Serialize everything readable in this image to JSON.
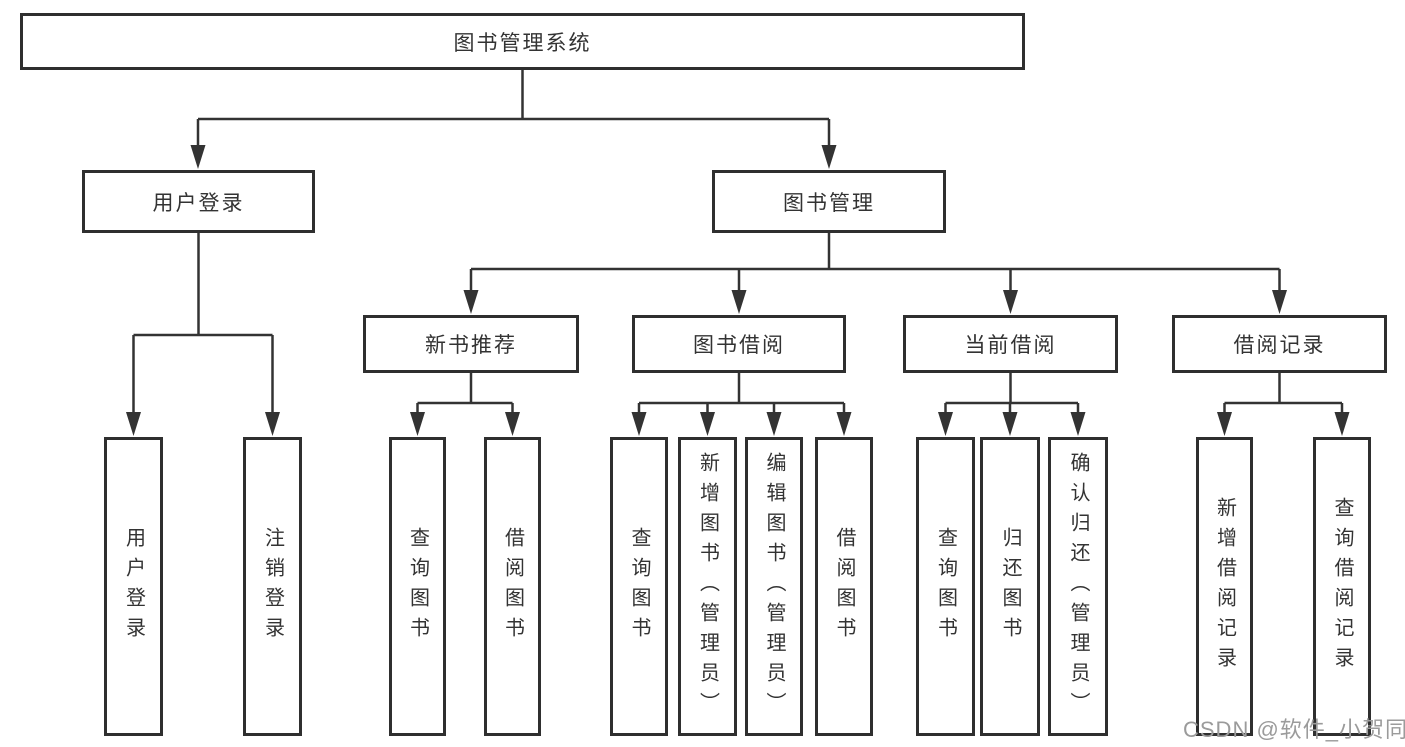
{
  "tree": {
    "root": {
      "label": "图书管理系统"
    },
    "branches": [
      {
        "label": "用户登录",
        "children": [
          {
            "label": "用户登录"
          },
          {
            "label": "注销登录"
          }
        ]
      },
      {
        "label": "图书管理",
        "children": [
          {
            "label": "新书推荐",
            "children": [
              {
                "label": "查询图书"
              },
              {
                "label": "借阅图书"
              }
            ]
          },
          {
            "label": "图书借阅",
            "children": [
              {
                "label": "查询图书"
              },
              {
                "label": "新增图书（管理员）"
              },
              {
                "label": "编辑图书（管理员）"
              },
              {
                "label": "借阅图书"
              }
            ]
          },
          {
            "label": "当前借阅",
            "children": [
              {
                "label": "查询图书"
              },
              {
                "label": "归还图书"
              },
              {
                "label": "确认归还（管理员）"
              }
            ]
          },
          {
            "label": "借阅记录",
            "children": [
              {
                "label": "新增借阅记录"
              },
              {
                "label": "查询借阅记录"
              }
            ]
          }
        ]
      }
    ]
  },
  "watermark": {
    "text": "CSDN @软件_小贺同学",
    "color": "#9b9b9b"
  },
  "colors": {
    "line": "#333333",
    "box_border": "#2f2f2f",
    "text": "#333333",
    "background": "#ffffff"
  }
}
